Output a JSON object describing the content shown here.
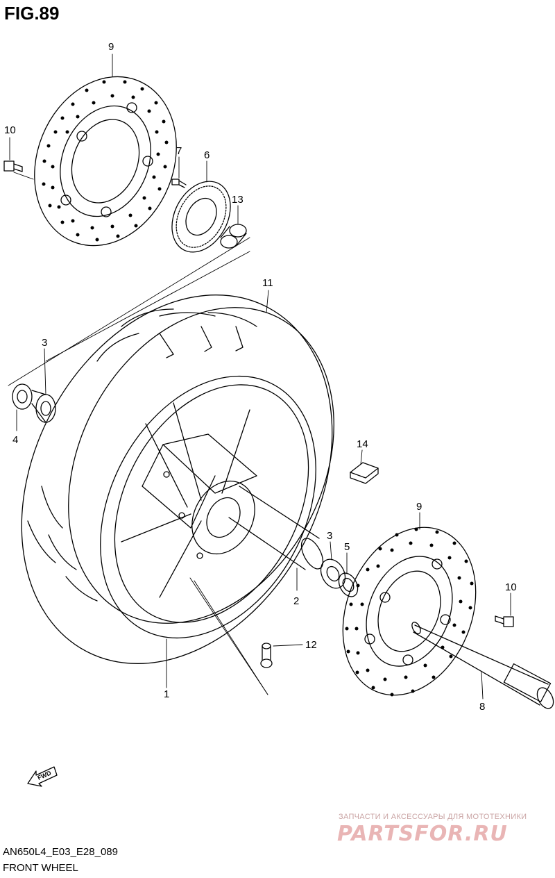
{
  "figure": {
    "title": "FIG.89"
  },
  "callouts": [
    {
      "id": "c9a",
      "text": "9"
    },
    {
      "id": "c10a",
      "text": "10"
    },
    {
      "id": "c7",
      "text": "7"
    },
    {
      "id": "c6",
      "text": "6"
    },
    {
      "id": "c13",
      "text": "13"
    },
    {
      "id": "c11",
      "text": "11"
    },
    {
      "id": "c3a",
      "text": "3"
    },
    {
      "id": "c4",
      "text": "4"
    },
    {
      "id": "c14",
      "text": "14"
    },
    {
      "id": "c9b",
      "text": "9"
    },
    {
      "id": "c3b",
      "text": "3"
    },
    {
      "id": "c5",
      "text": "5"
    },
    {
      "id": "c2",
      "text": "2"
    },
    {
      "id": "c10b",
      "text": "10"
    },
    {
      "id": "c12",
      "text": "12"
    },
    {
      "id": "c1",
      "text": "1"
    },
    {
      "id": "c8",
      "text": "8"
    }
  ],
  "fwd_indicator": {
    "label": "FWD",
    "icon": "fwd-arrow-icon"
  },
  "footer": {
    "code": "AN650L4_E03_E28_089",
    "caption": "FRONT WHEEL"
  },
  "watermark": {
    "subtitle": "ЗАПЧАСТИ И АКСЕССУАРЫ ДЛЯ МОТОТЕХНИКИ",
    "brand": "PARTSFOR.RU"
  },
  "colors": {
    "line": "#000000",
    "background": "#ffffff",
    "watermark": "#e9b5b5"
  }
}
